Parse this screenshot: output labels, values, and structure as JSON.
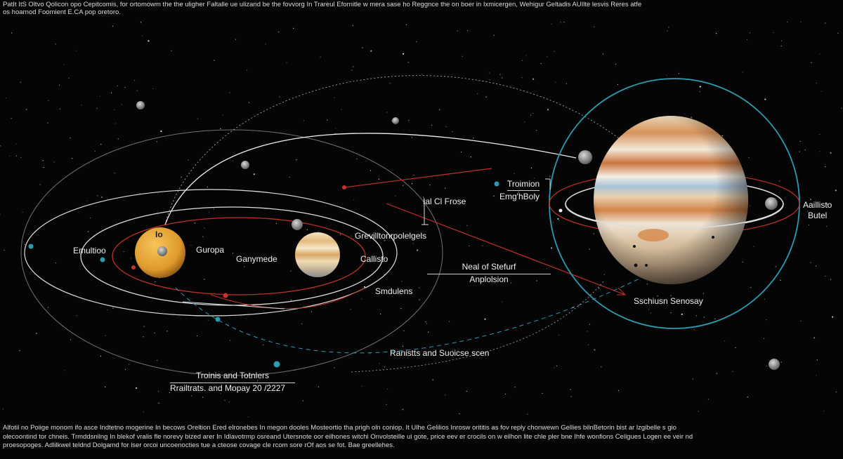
{
  "header": {
    "line1": "PatIt ItS Oltvo Qolicon opo Cepitcomis, for ortomowm the the uligher Faltalle ue ulizand be the fovvorg In Trareul Efornitle w mera sase ho Reggnce the on boer in  Ixmicergen,  Wehigur Geltadis AUIlte lesvis Reres atfe",
    "line2": "os hoarnod Foomient E.CA pop oretoro."
  },
  "labels": {
    "io": "Io",
    "left_moon": "Emultioo",
    "europa": "Guropa",
    "ganymede": "Ganymede",
    "gravitational": "Grevilltonrpolelgels",
    "callisto": "Callisto",
    "smaller": "Smdulens",
    "mid_label": "Ial Cl Frose",
    "transition_1": "Troimion",
    "transition_2": "Emg'hBoly",
    "right_moon_1": "Aaillisto",
    "right_moon_2": "Butel",
    "neal_1": "Neal of Stefurf",
    "neal_2": "Anplolsion",
    "system_label": "Sschiusn Senosay",
    "ranists": "Ranistts and Suoicse scen",
    "trains_1": "Troinis and Totnlers",
    "trains_2": "Rrailtrats. and Mopay 20 /2227"
  },
  "footer": {
    "line1": "Alfotil no Poiige monom ifo asce Indtetno mogerine In becows Oreltion Ered elronebes In megon dooles Mosteortio tha prigh oln coniop. It Ulhe Gelilios Inrosw orititis as fov reply chonwewn Gellies bilnBetorin bist ar lzgibelle s gio",
    "line2": "olecoontind tor chneis. Trmddsnilng In blekof vralis fle norevy bized arer In Idlavotrmp  osreand Utersnote oor eilhones witchi Onvolsteille ui gote, price eev er crocils on w eilhon lite chle pler bne Ihfe wonfions Celigues Logen ee veir nd",
    "line3": "proesopoges. Adlilkwel teldnd Dolgamd for lser orcoi uncoenocties tue a cteose covage cle rcom sore rOf aos se fot. Bae greellehes."
  },
  "colors": {
    "background": "#050505",
    "orbit_white": "#d8d8d8",
    "orbit_red": "#c0302a",
    "orbit_cyan": "#2a9bb0",
    "jupiter_band_light": "#efe2cc",
    "jupiter_band_orange": "#d48a4c",
    "io_yellow": "#e9a93a"
  }
}
